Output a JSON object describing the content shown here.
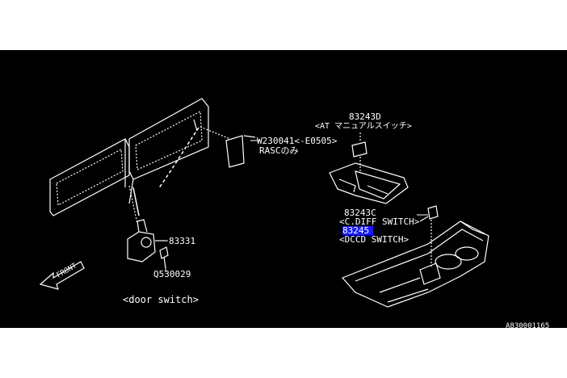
{
  "labels": {
    "w_part": "W230041<-E0505>",
    "w_part_note": "RASCのみ",
    "at_part": "83243D",
    "at_note": "<AT マニュアルスイッチ>",
    "c_part": "83243C",
    "c_diff": "<C.DIFF SWITCH>",
    "highlight_part": "83245",
    "dccd": "<DCCD SWITCH>",
    "door_switch_part": "83331",
    "screw_part": "Q530029",
    "front": "FRONT",
    "caption": "<door switch>",
    "figure_id": "A830001165"
  },
  "colors": {
    "background": "#000000",
    "line": "#ffffff",
    "highlight_bg": "#1a1aff",
    "highlight_text": "#ffffff"
  }
}
